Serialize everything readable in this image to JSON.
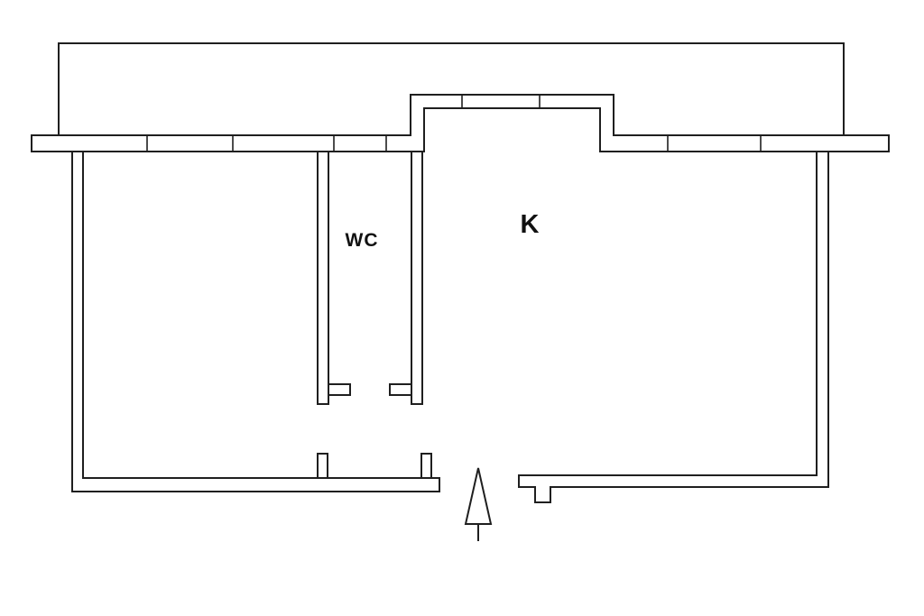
{
  "page": {
    "background_color": "#ffffff",
    "line_color": "#1f1f1f"
  },
  "diagram": {
    "type": "floor-plan",
    "labels": {
      "wc": "WC",
      "k": "K"
    },
    "features": {
      "balcony": "balcony-outline",
      "top_wall": "windowed-exterior-wall",
      "window_bay": "kitchen-window-bay",
      "entrance": "entrance-arrow",
      "rooms_count": 2
    }
  }
}
